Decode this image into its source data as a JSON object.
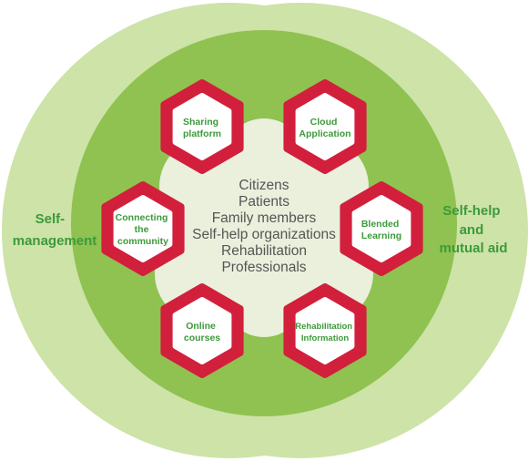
{
  "colors": {
    "outer_circle": "#cde3a8",
    "inner_circle": "#8fc250",
    "cloud": "#eaf0dc",
    "hex_border": "#d21f3c",
    "hex_fill": "#ffffff",
    "label_green": "#3c9a3a",
    "center_text": "#555555"
  },
  "center": {
    "lines": [
      "Citizens",
      "Patients",
      "Family members",
      "Self-help organizations",
      "Rehabilitation",
      "Professionals"
    ]
  },
  "hexagons": [
    {
      "id": "sharing-platform",
      "lines": [
        "Sharing",
        "platform"
      ]
    },
    {
      "id": "cloud-application",
      "lines": [
        "Cloud",
        "Application"
      ]
    },
    {
      "id": "connecting-the-community",
      "lines": [
        "Connecting",
        "the",
        "community"
      ]
    },
    {
      "id": "blended-learning",
      "lines": [
        "Blended",
        "Learning"
      ]
    },
    {
      "id": "online-courses",
      "lines": [
        "Online",
        "courses"
      ]
    },
    {
      "id": "rehabilitation-information",
      "lines": [
        "Rehabilitation",
        "Information"
      ]
    }
  ],
  "side_labels": {
    "left": [
      "Self-",
      "management"
    ],
    "right": [
      "Self-help",
      "and",
      "mutual aid"
    ]
  }
}
